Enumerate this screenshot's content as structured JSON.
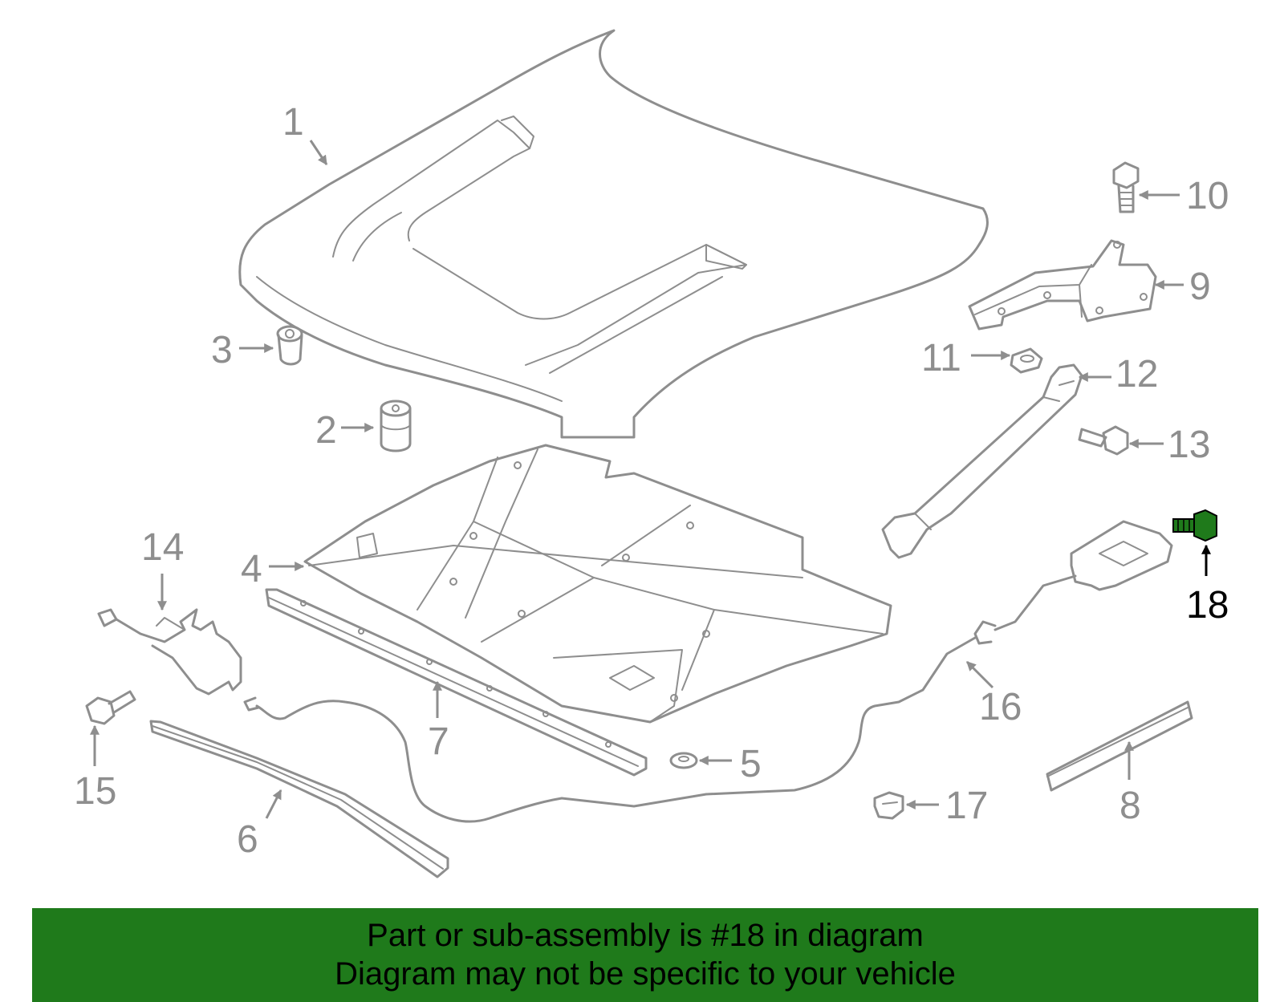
{
  "diagram": {
    "highlight_color": "#1f7a1b",
    "line_color": "#8e8e8e",
    "callouts": [
      "1",
      "2",
      "3",
      "4",
      "5",
      "6",
      "7",
      "8",
      "9",
      "10",
      "11",
      "12",
      "13",
      "14",
      "15",
      "16",
      "17",
      "18"
    ],
    "highlighted_callout": "18"
  },
  "banner": {
    "background": "#1f7a1b",
    "line1": "Part or sub-assembly is #18 in diagram",
    "line2": "Diagram may not be specific to your vehicle"
  }
}
